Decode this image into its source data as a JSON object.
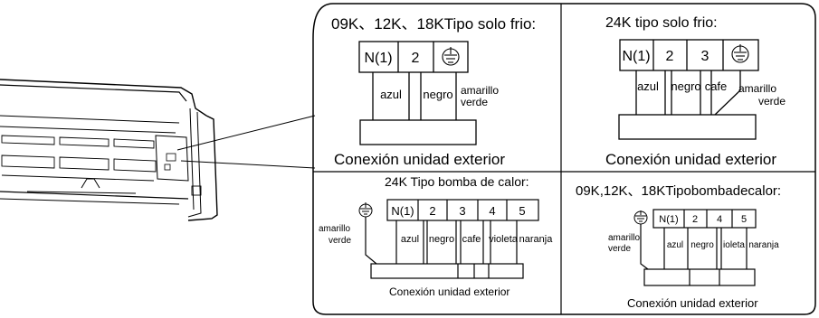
{
  "panels": [
    {
      "title": "09K、12K、18KTipo solo frio:",
      "terminals": [
        "N(1)",
        "2"
      ],
      "wires": [
        "azul",
        "negro",
        "amarillo",
        "verde"
      ],
      "footer": "Conexión unidad exterior"
    },
    {
      "title": "24K tipo solo frio:",
      "terminals": [
        "N(1)",
        "2",
        "3"
      ],
      "wires": [
        "azul",
        "negro",
        "cafe",
        "amarillo",
        "verde"
      ],
      "footer": "Conexión unidad exterior"
    },
    {
      "title": "24K Tipo bomba de calor:",
      "terminals": [
        "N(1)",
        "2",
        "3",
        "4",
        "5"
      ],
      "wires": [
        "azul",
        "negro",
        "cafe",
        "violeta",
        "naranja"
      ],
      "ground_labels": [
        "amarillo",
        "verde"
      ],
      "footer": "Conexión unidad exterior"
    },
    {
      "title": "09K,12K、18KTipobombadecalor:",
      "terminals": [
        "N(1)",
        "2",
        "4",
        "5"
      ],
      "wires": [
        "azul",
        "negro",
        "ioleta",
        "naranja"
      ],
      "ground_labels": [
        "amarillo",
        "verde"
      ],
      "footer": "Conexión unidad exterior"
    }
  ],
  "icons": {
    "ground": "ground-icon",
    "unit": "indoor-unit-illustration"
  }
}
